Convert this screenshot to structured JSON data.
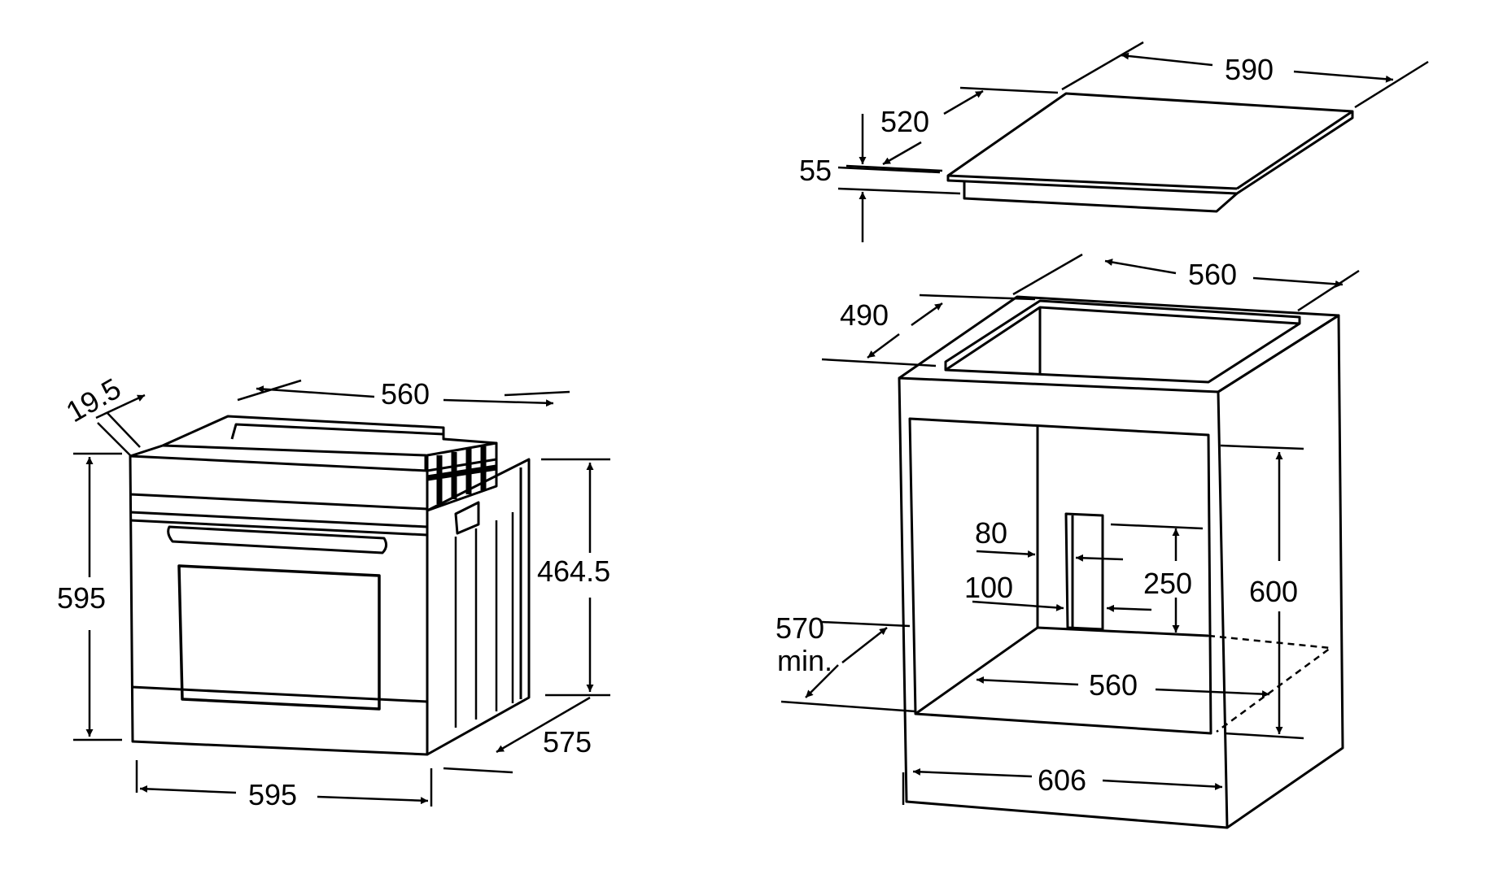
{
  "colors": {
    "stroke": "#000000",
    "background": "#ffffff"
  },
  "oven": {
    "depth_top": "560",
    "front_thickness": "19.5",
    "height": "595",
    "inner_height": "464.5",
    "depth": "575",
    "width": "595"
  },
  "hob": {
    "width": "590",
    "depth": "520",
    "thickness": "55"
  },
  "cabinet": {
    "cutout_width": "560",
    "cutout_depth": "490",
    "vent_width": "80",
    "vent_offset": "100",
    "vent_height": "250",
    "niche_height": "600",
    "niche_depth_value": "570",
    "niche_depth_suffix": "min.",
    "niche_width": "560",
    "outer_width": "606"
  }
}
